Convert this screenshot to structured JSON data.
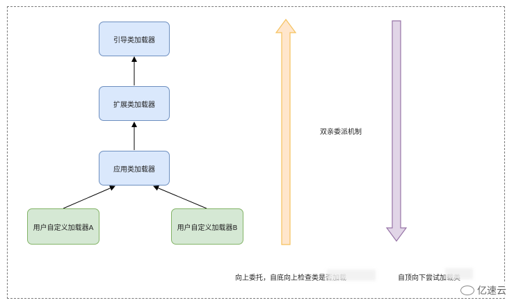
{
  "diagram": {
    "boxes": {
      "bootstrap": "引导类加载器",
      "extension": "扩展类加载器",
      "application": "应用类加载器",
      "custom_a": "用户自定义加载器A",
      "custom_b": "用户自定义加载器B"
    },
    "center_label": "双亲委派机制",
    "bottom_left_text": "向上委托，自底向上检查类是否加载",
    "bottom_right_text": "自顶向下尝试加载类",
    "watermark": "亿速云"
  },
  "colors": {
    "box_blue_fill": "#dae8fc",
    "box_blue_stroke": "#6c8ebf",
    "box_green_fill": "#d5e8d4",
    "box_green_stroke": "#82b366",
    "up_arrow_fill": "#ffe6cc",
    "up_arrow_stroke": "#f5c15c",
    "down_arrow_fill": "#e1d5e7",
    "down_arrow_stroke": "#9673a6"
  }
}
